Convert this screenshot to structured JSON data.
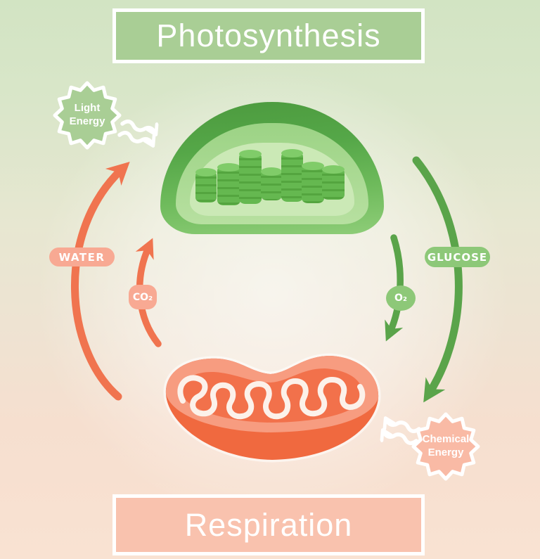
{
  "titles": {
    "photosynthesis": "Photosynthesis",
    "respiration": "Respiration"
  },
  "flow_labels": {
    "water": "WATER",
    "co2": "CO₂",
    "glucose": "GLUCOSE",
    "o2": "O₂"
  },
  "energy_badges": {
    "light": {
      "line1": "Light",
      "line2": "Energy"
    },
    "chemical": {
      "line1": "Chemical",
      "line2": "Energy"
    }
  },
  "colors": {
    "photosynthesis_green": "#a9ce95",
    "respiration_peach": "#f9c2ae",
    "arrow_orange": "#f0744f",
    "arrow_green": "#5aa44a",
    "label_salmon": "#f8a993",
    "label_green": "#8dc878",
    "chloroplast_outer": "#57a94a",
    "mitochondrion_body": "#f0693f"
  }
}
